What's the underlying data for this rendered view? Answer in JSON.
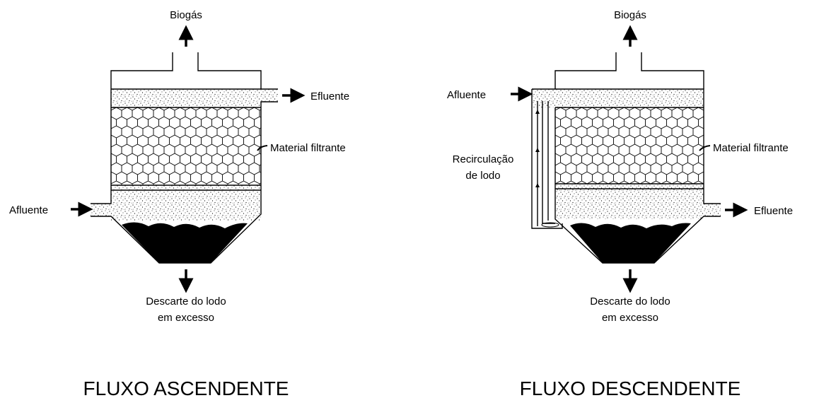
{
  "ascending": {
    "biogas": "Biogás",
    "effluent": "Efluente",
    "filter_material": "Material filtrante",
    "influent": "Afluente",
    "discharge_line1": "Descarte do lodo",
    "discharge_line2": "em excesso",
    "title": "FLUXO ASCENDENTE"
  },
  "descending": {
    "biogas": "Biogás",
    "influent": "Afluente",
    "filter_material": "Material filtrante",
    "recirculation_line1": "Recirculação",
    "recirculation_line2": "de lodo",
    "effluent": "Efluente",
    "discharge_line1": "Descarte do lodo",
    "discharge_line2": "em excesso",
    "title": "FLUXO DESCENDENTE"
  },
  "colors": {
    "line": "#000000",
    "sludge": "#000000",
    "background": "#ffffff"
  }
}
